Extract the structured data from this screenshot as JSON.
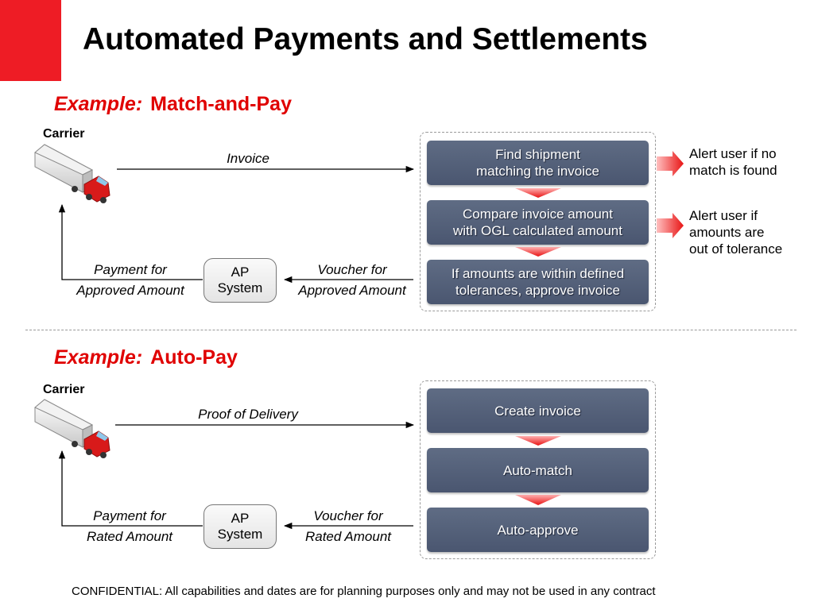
{
  "title": "Automated Payments and Settlements",
  "colors": {
    "accent": "#ee1c25",
    "step_fill": "#525e78"
  },
  "section1": {
    "example_label": "Example:",
    "name": "Match-and-Pay",
    "carrier": "Carrier",
    "invoice_label": "Invoice",
    "payment_line1": "Payment for",
    "payment_line2": "Approved Amount",
    "ap_line1": "AP",
    "ap_line2": "System",
    "voucher_line1": "Voucher for",
    "voucher_line2": "Approved Amount",
    "steps": [
      {
        "line1": "Find shipment",
        "line2": "matching the invoice"
      },
      {
        "line1": "Compare invoice amount",
        "line2": "with OGL calculated amount"
      },
      {
        "line1": "If amounts are within defined",
        "line2": "tolerances, approve invoice"
      }
    ],
    "alerts": [
      "Alert user if no match is found",
      "Alert user if amounts are out of tolerance"
    ]
  },
  "section2": {
    "example_label": "Example:",
    "name": "Auto-Pay",
    "carrier": "Carrier",
    "pod_label": "Proof of Delivery",
    "payment_line1": "Payment for",
    "payment_line2": "Rated Amount",
    "ap_line1": "AP",
    "ap_line2": "System",
    "voucher_line1": "Voucher for",
    "voucher_line2": "Rated Amount",
    "steps": [
      "Create invoice",
      "Auto-match",
      "Auto-approve"
    ]
  },
  "footer": "CONFIDENTIAL:  All capabilities and dates are for planning purposes only and may not be used in any contract"
}
